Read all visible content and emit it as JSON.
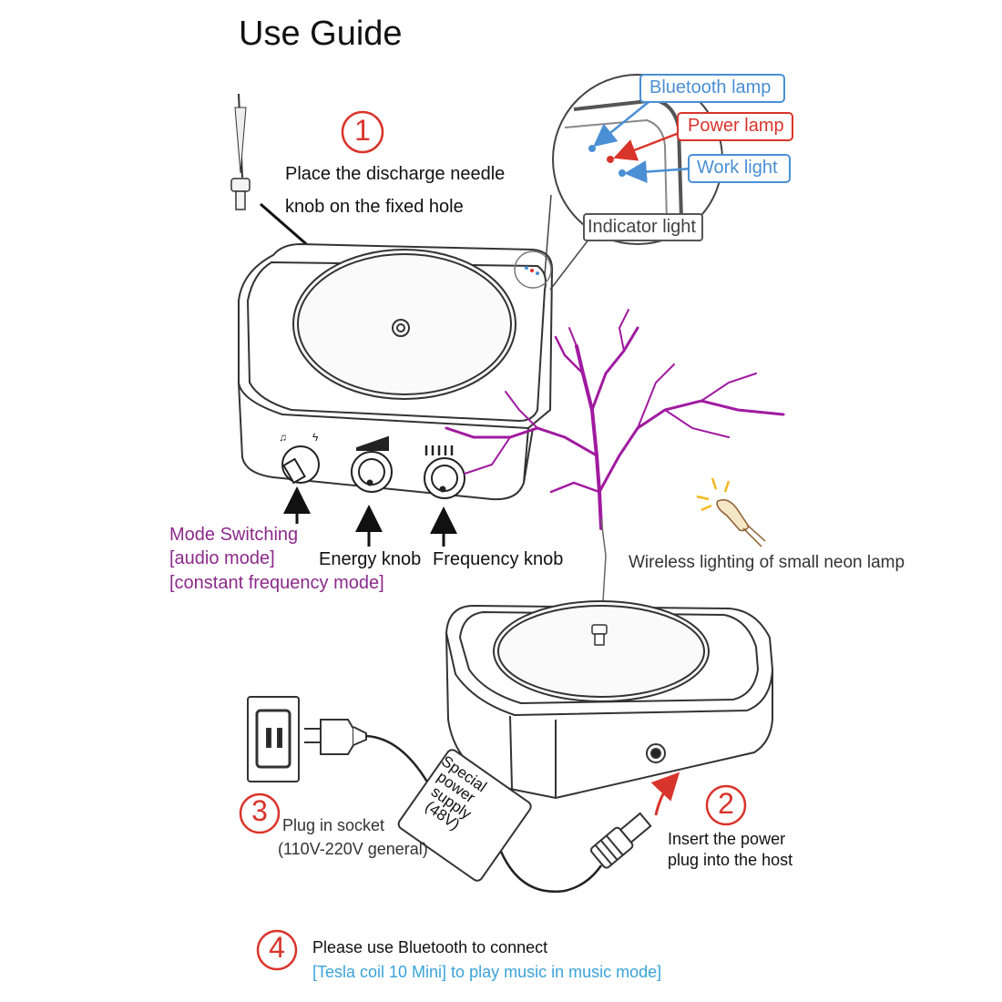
{
  "title": "Use Guide",
  "steps": {
    "step1": {
      "number": "1",
      "line1": "Place the discharge needle",
      "line2": "knob on the fixed hole"
    },
    "step2": {
      "number": "2",
      "line1": "Insert the power",
      "line2": "plug into the host"
    },
    "step3": {
      "number": "3",
      "line1": "Plug in socket",
      "line2": "(110V-220V general)"
    },
    "step4": {
      "number": "4",
      "line1": "Please use Bluetooth to connect",
      "line2": "[Tesla coil 10 Mini] to play music in music mode]"
    }
  },
  "indicators": {
    "bluetooth": "Bluetooth lamp",
    "power": "Power lamp",
    "work": "Work light",
    "group": "Indicator light"
  },
  "knobs": {
    "mode_line1": "Mode Switching",
    "mode_line2": "[audio mode]",
    "mode_line3": "[constant frequency mode]",
    "energy": "Energy knob",
    "frequency": "Frequency knob"
  },
  "neon": "Wireless lighting of small neon lamp",
  "power_supply": {
    "line1": "Special",
    "line2": "power",
    "line3": "supply",
    "line4": "(48V)"
  },
  "colors": {
    "red": "#d9342b",
    "blue": "#4a8fd4",
    "purple": "#8b2a8b",
    "arc": "#a01aa0",
    "cyan": "#3aa3d8",
    "line": "#333333"
  }
}
